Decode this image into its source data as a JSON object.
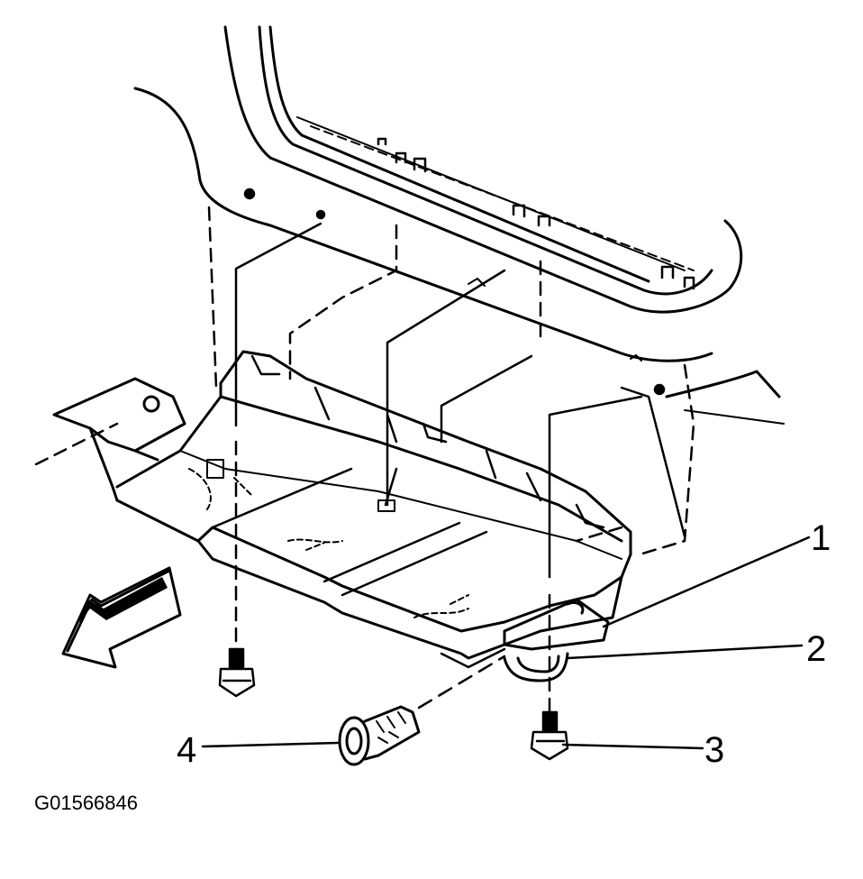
{
  "callouts": {
    "c1": "1",
    "c2": "2",
    "c3": "3",
    "c4": "4"
  },
  "figure_id": "G01566846",
  "colors": {
    "ink": "#000000",
    "paper": "#ffffff"
  }
}
